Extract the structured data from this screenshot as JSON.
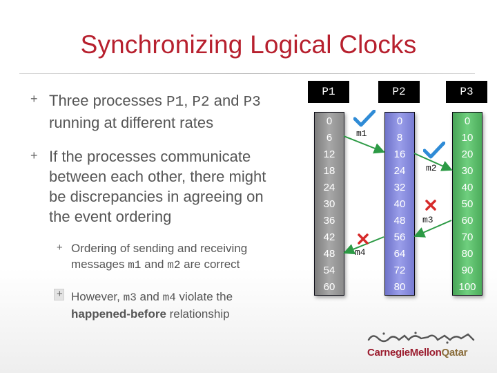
{
  "slide": {
    "title": "Synchronizing Logical Clocks",
    "bullets": [
      {
        "pre": "Three processes ",
        "p1": "P1",
        "sep1": ", ",
        "p2": "P2",
        "and": " and ",
        "p3": "P3",
        "line2": "running at different rates"
      },
      {
        "lines": [
          "If the processes communicate",
          "between each other, there might",
          "be discrepancies in agreeing on",
          "the event ordering"
        ]
      }
    ],
    "sub_bullets": [
      {
        "line1": "Ordering of sending and receiving",
        "line2_pre": "messages ",
        "m1": "m1",
        "line2_mid": " and ",
        "m2": "m2",
        "line2_post": " are correct"
      },
      {
        "line1_pre": "However, ",
        "m3": "m3",
        "line1_mid": " and ",
        "m4": "m4",
        "line1_post": " violate the",
        "line2_bold": "happened-before",
        "line2_post": " relationship"
      }
    ],
    "bullet_symbol": "+"
  },
  "processes": [
    {
      "name": "P1",
      "clocks": [
        "0",
        "6",
        "12",
        "18",
        "24",
        "30",
        "36",
        "42",
        "48",
        "54",
        "60"
      ],
      "color": "gray"
    },
    {
      "name": "P2",
      "clocks": [
        "0",
        "8",
        "16",
        "24",
        "32",
        "40",
        "48",
        "56",
        "64",
        "72",
        "80"
      ],
      "color": "blue"
    },
    {
      "name": "P3",
      "clocks": [
        "0",
        "10",
        "20",
        "30",
        "40",
        "50",
        "60",
        "70",
        "80",
        "90",
        "100"
      ],
      "color": "green"
    }
  ],
  "messages": [
    {
      "label": "m1",
      "status": "correct",
      "icon": "check-icon"
    },
    {
      "label": "m2",
      "status": "correct",
      "icon": "check-icon"
    },
    {
      "label": "m3",
      "status": "violation",
      "icon": "x-icon"
    },
    {
      "label": "m4",
      "status": "violation",
      "icon": "x-icon"
    }
  ],
  "colors": {
    "title": "#b7202e",
    "check": "#2f8bd6",
    "violation": "#d62a2a"
  },
  "logo": {
    "english_main": "CarnegieMellon",
    "english_suffix": "Qatar"
  }
}
